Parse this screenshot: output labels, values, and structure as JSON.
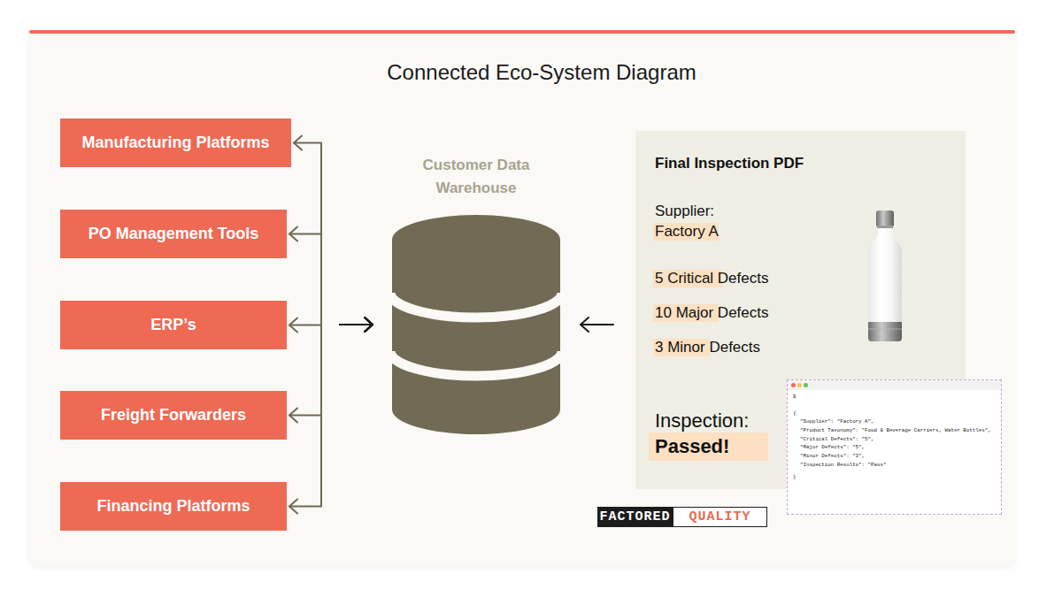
{
  "diagram": {
    "title": "Connected Eco-System Diagram",
    "nodes": [
      {
        "text": [
          "Manufacturing Platforms"
        ]
      },
      {
        "text": [
          "PO Management Tools"
        ]
      },
      {
        "text": [
          "ERP’s"
        ]
      },
      {
        "text": [
          "Freight Forwarders"
        ]
      },
      {
        "text": [
          "Financing Platforms"
        ]
      },
      {
        "text": [
          "Customer Data Warehouse"
        ]
      },
      {
        "text": [
          "Final Inspection PDF",
          "Supplier:",
          "Factory A",
          "5 Critical Defects",
          "10 Major Defects",
          "3 Minor Defects",
          "Inspection:",
          "Passed!"
        ]
      },
      {
        "text": [
          "$",
          "{",
          "\"Supplier\": \"Factory A\",",
          "\"Product Taxonomy\": \"Food & Beverage Carriers, Water Bottles\",",
          "\"Critical Defects\": \"5\",",
          "\"Major Defects\": \"5\",",
          "\"Minor Defects\": \"3\",",
          "\"Inspection Results\": \"Pass\"",
          "}"
        ]
      }
    ],
    "edges": [
      {
        "from": 0,
        "to": 5,
        "arrow": "both"
      },
      {
        "from": 1,
        "to": 5,
        "arrow": "both"
      },
      {
        "from": 2,
        "to": 5,
        "arrow": "both"
      },
      {
        "from": 3,
        "to": 5,
        "arrow": "both"
      },
      {
        "from": 4,
        "to": 5,
        "arrow": "both"
      },
      {
        "from": 6,
        "to": 5,
        "arrow": "to"
      }
    ],
    "labels": [
      "FACTORED",
      "QUALITY"
    ]
  }
}
